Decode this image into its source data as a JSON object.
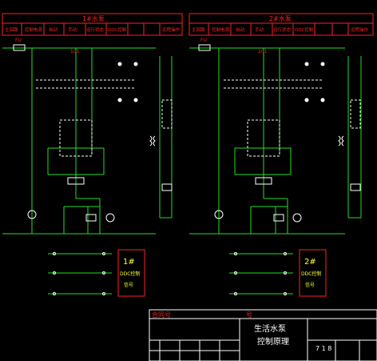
{
  "left_panel": {
    "title": "1#水泵",
    "header_cells": [
      "主回路",
      "控制电源",
      "自动",
      "手动",
      "运行状态",
      "DDC控制",
      "",
      "远程操作"
    ],
    "fuse_label": "FU",
    "wire_101": "101",
    "ddc_num": "1#",
    "ddc_text_a": "DDC控制",
    "ddc_text_b": "信号"
  },
  "right_panel": {
    "title": "2#水泵",
    "header_cells": [
      "主回路",
      "控制电源",
      "自动",
      "手动",
      "运行状态",
      "DDC控制",
      "",
      "远程操作"
    ],
    "fuse_label": "FU",
    "wire_201": "201",
    "ddc_num": "2#",
    "ddc_text_a": "DDC控制",
    "ddc_text_b": "信号"
  },
  "title_block": {
    "contract_label": "合同号",
    "num_label": "号",
    "drawing_title_line1": "生活水泵",
    "drawing_title_line2": "控制原理",
    "sheet_label": "7 1 8"
  },
  "colors": {
    "background": "#000000",
    "red": "#ff2020",
    "green": "#22e022",
    "white": "#ffffff",
    "yellow": "#ffff33",
    "cyan": "#33ffff"
  }
}
